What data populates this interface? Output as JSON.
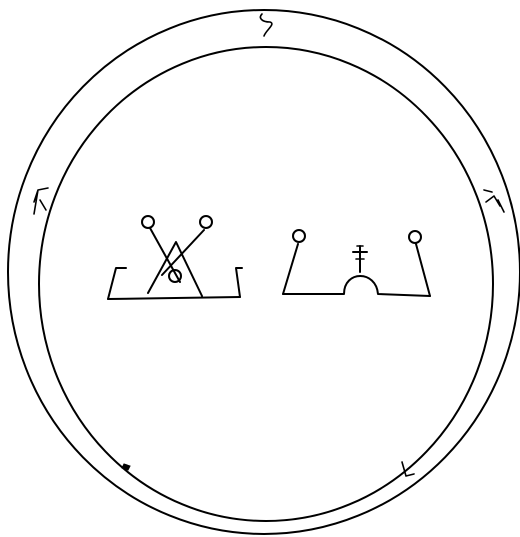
{
  "figure": {
    "paper_color": "#ffffff",
    "ink_color": "#000000",
    "rim_glyphs": [
      "top-glyph",
      "right-glyph",
      "lower-right-glyph",
      "lower-left-glyph",
      "left-glyph"
    ],
    "inner_figures": [
      "left-figure",
      "right-figure"
    ]
  }
}
